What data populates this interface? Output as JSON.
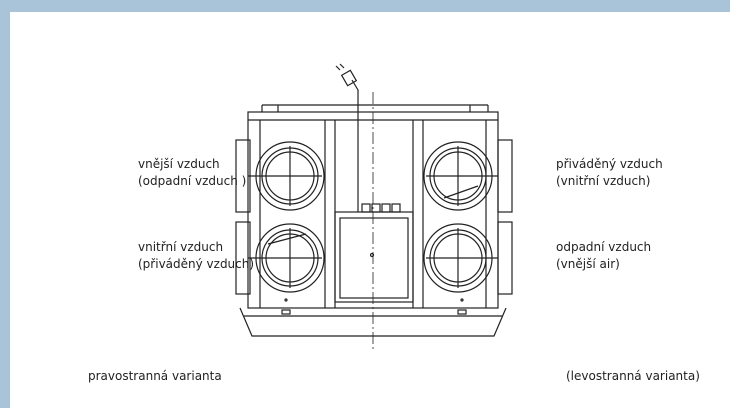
{
  "labels": {
    "top_left_1": "vnější vzduch",
    "top_left_2": "(odpadní vzduch )",
    "bottom_left_1": "vnitřní vzduch",
    "bottom_left_2": "(přiváděný vzduch)",
    "top_right_1": "přiváděný vzduch",
    "top_right_2": "(vnitřní vzduch)",
    "bottom_right_1": "odpadní vzduch",
    "bottom_right_2": "(vnější  air)",
    "variant_right": "pravostranná varianta",
    "variant_left": "(levostranná varianta)"
  },
  "colors": {
    "frame": "#a9c3d9",
    "line": "#222222"
  }
}
